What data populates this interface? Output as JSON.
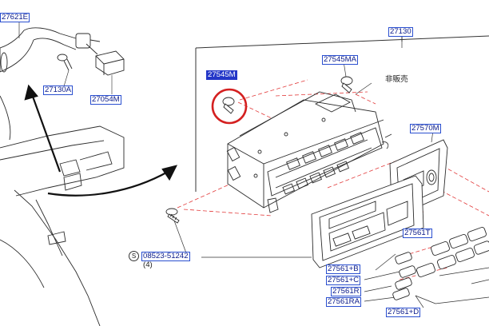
{
  "labels": {
    "p27621E": "27621E",
    "p27130": "27130",
    "p27130A": "27130A",
    "p27054M": "27054M",
    "p27545M": "27545M",
    "p27545MA": "27545MA",
    "p27570M": "27570M",
    "p27561T": "27561T",
    "p27561B": "27561+B",
    "p27561C": "27561+C",
    "p27561R": "27561R",
    "p27561RA": "27561RA",
    "p27561D": "27561+D",
    "p08523": "08523-51242"
  },
  "texts": {
    "not_for_sale": "非販売",
    "qty": "(4)",
    "screw_symbol": "S"
  },
  "highlight": {
    "selected_part": "27545M",
    "ring_color": "#d42020"
  },
  "colors": {
    "label_text": "#0a1a8a",
    "label_border": "#2a4fd0",
    "selected_bg": "#2437c8",
    "leader_dash": "#e23a3a",
    "line": "#2b2b2b"
  }
}
